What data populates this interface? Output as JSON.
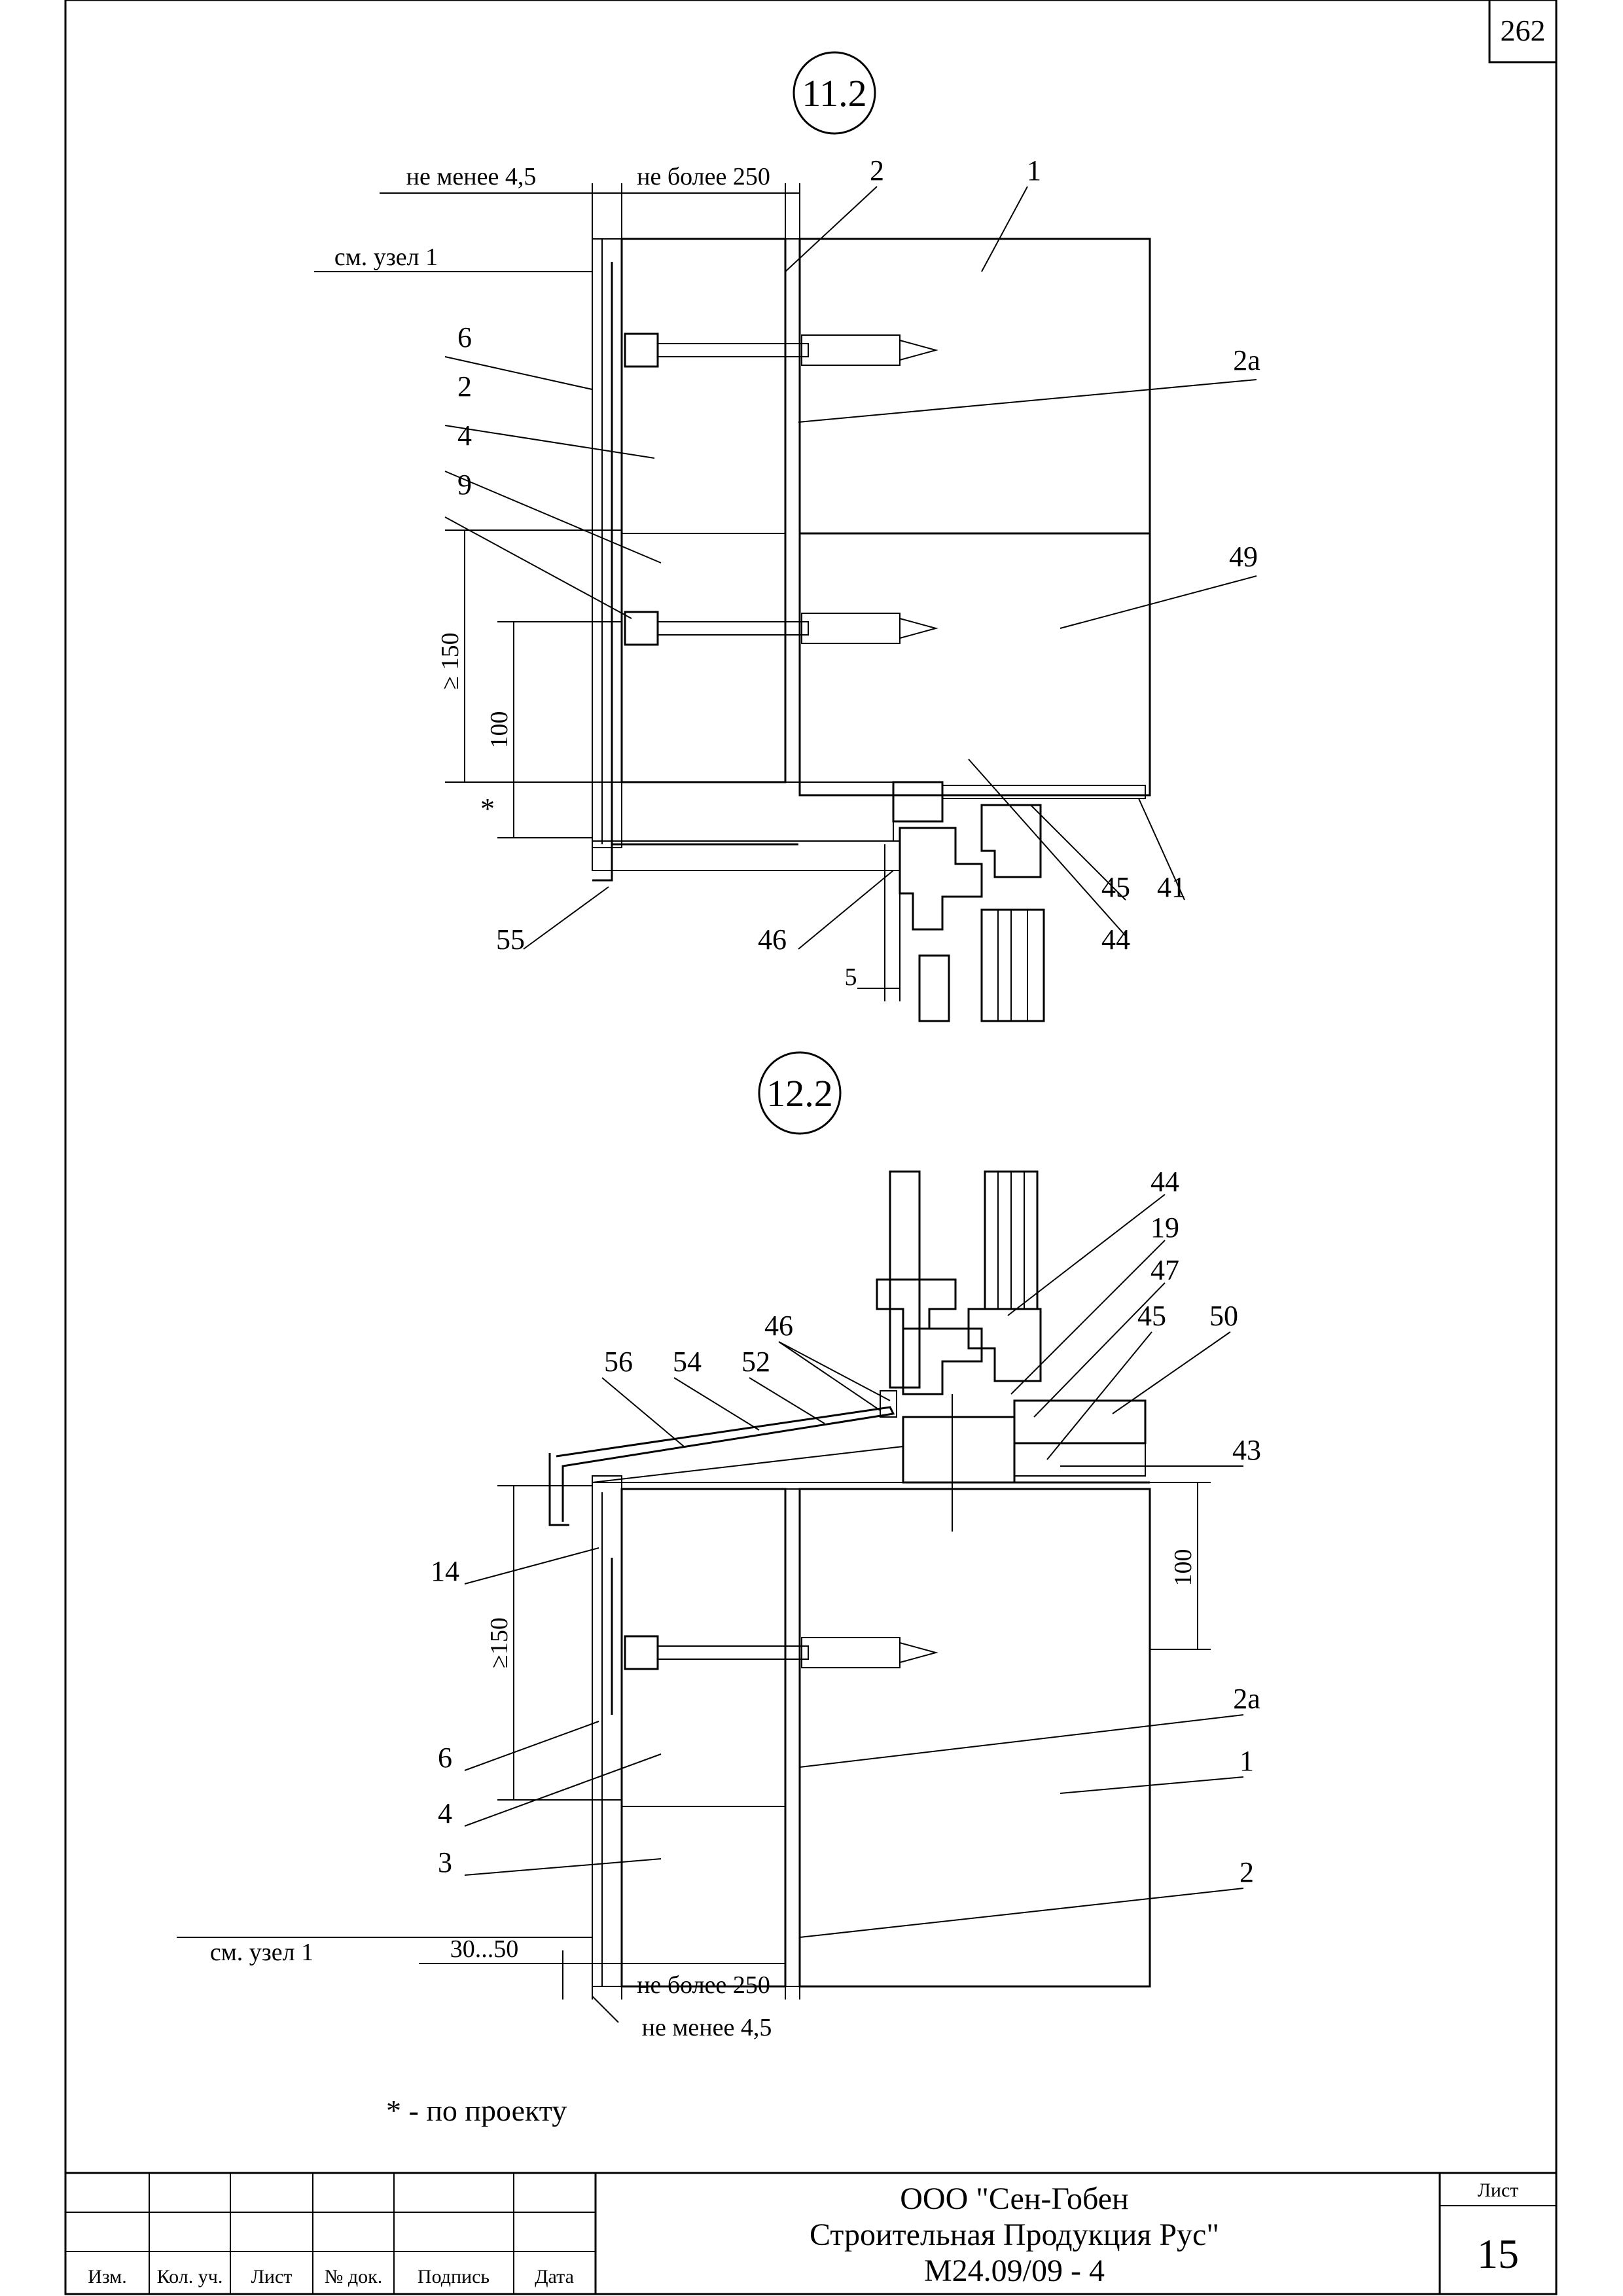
{
  "page_number": "262",
  "details": [
    {
      "id": "11.2",
      "dims": {
        "min_thickness": "не менее 4,5",
        "max_thickness": "не более 250",
        "h150": "≥ 150",
        "h100": "100",
        "star": "*",
        "gap5": "5"
      },
      "ref_note": "см. узел 1",
      "callouts": [
        "2",
        "1",
        "2а",
        "6",
        "2",
        "4",
        "9",
        "49",
        "45",
        "41",
        "44",
        "46",
        "55"
      ]
    },
    {
      "id": "12.2",
      "dims": {
        "h150": "≥150",
        "h100": "100",
        "gap": "30...50",
        "max_thickness": "не более 250",
        "min_thickness": "не менее 4,5"
      },
      "ref_note": "см. узел 1",
      "callouts": [
        "44",
        "19",
        "47",
        "45",
        "50",
        "46",
        "56",
        "54",
        "52",
        "43",
        "14",
        "6",
        "4",
        "3",
        "2а",
        "1",
        "2"
      ]
    }
  ],
  "footnote": "* - по проекту",
  "title_block": {
    "columns": [
      "Изм.",
      "Кол. уч.",
      "Лист",
      "№ док.",
      "Подпись",
      "Дата"
    ],
    "company_line1": "ООО \"Сен-Гобен",
    "company_line2": "Строительная Продукция Рус\"",
    "doc_code": "М24.09/09 - 4",
    "sheet_label": "Лист",
    "sheet_number": "15"
  }
}
